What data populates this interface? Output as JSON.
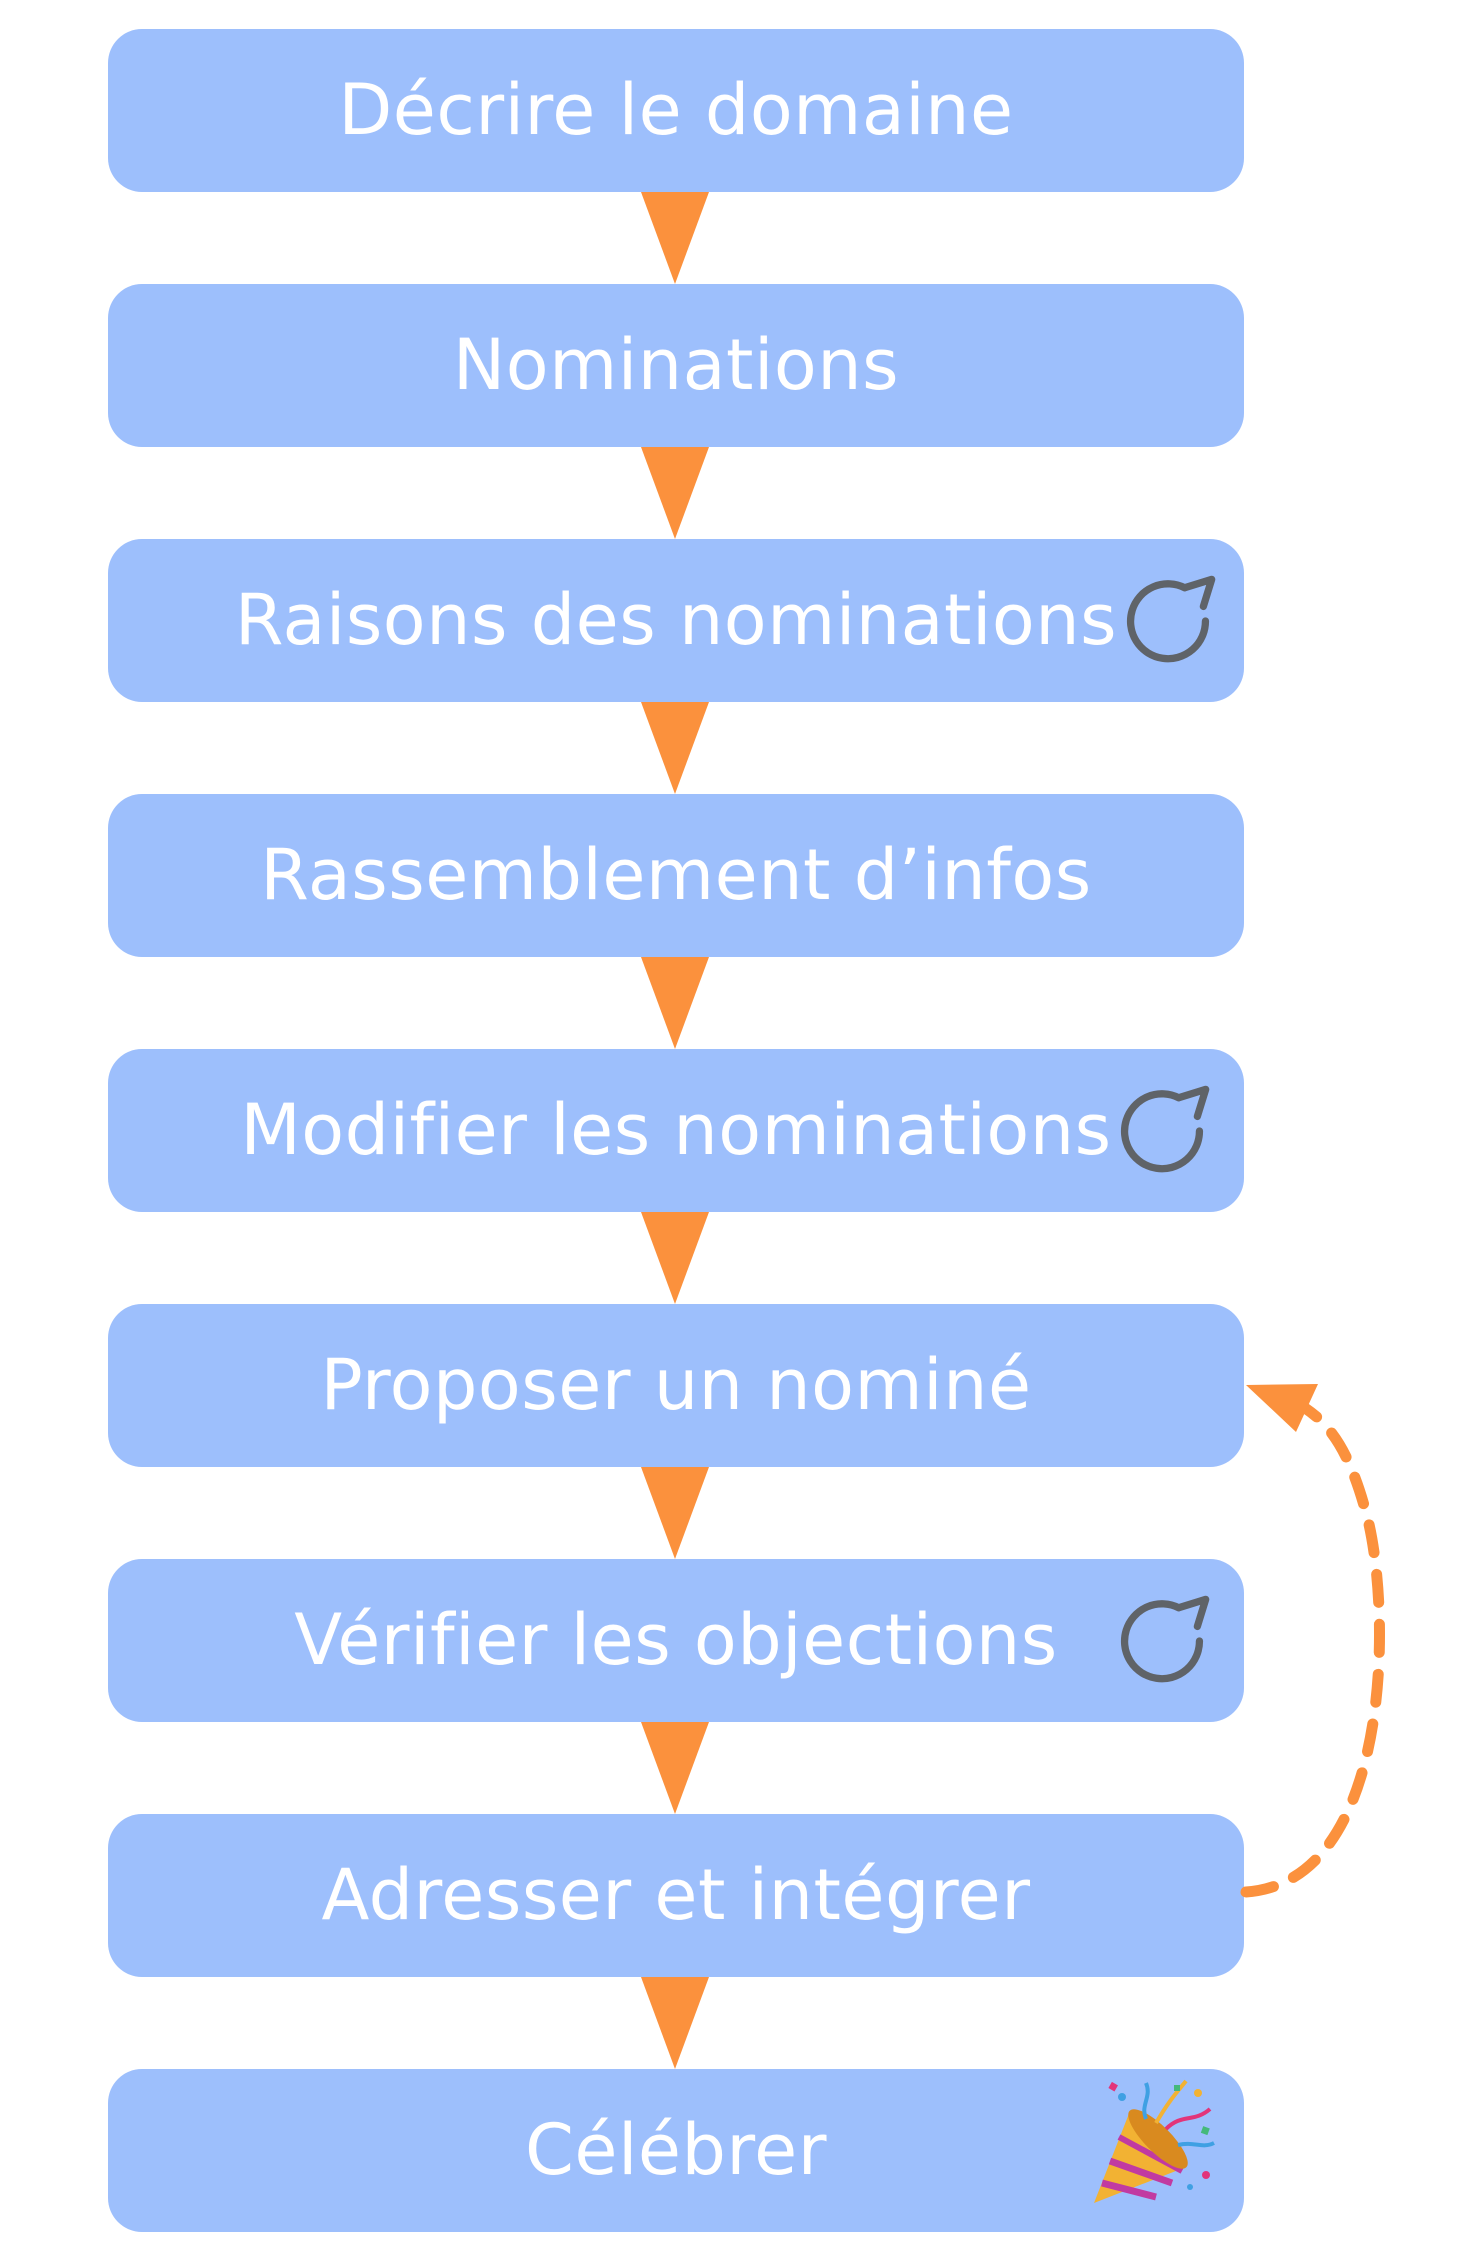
{
  "steps": [
    {
      "label": "Décrire le domaine",
      "icon": null
    },
    {
      "label": "Nominations",
      "icon": null
    },
    {
      "label": "Raisons des nominations",
      "icon": "repeat-icon"
    },
    {
      "label": "Rassemblement d’infos",
      "icon": null
    },
    {
      "label": "Modifier les nominations",
      "icon": "repeat-icon"
    },
    {
      "label": "Proposer un nominé",
      "icon": null
    },
    {
      "label": "Vérifier les objections",
      "icon": "repeat-icon"
    },
    {
      "label": "Adresser et intégrer",
      "icon": null
    },
    {
      "label": "Célébrer",
      "icon": "party-popper-icon"
    }
  ],
  "loop": {
    "from_step": 8,
    "to_step": 6,
    "style": "dashed"
  },
  "colors": {
    "box": "#9dbffc",
    "text": "#ffffff",
    "arrow": "#fb913d",
    "icon": "#5f6368"
  }
}
